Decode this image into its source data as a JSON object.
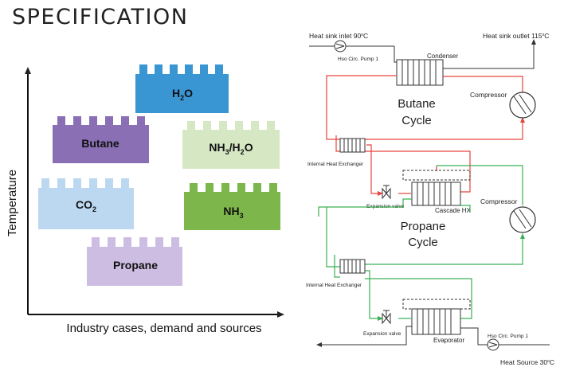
{
  "title": "SPECIFICATION",
  "left_chart": {
    "y_axis_label": "Temperature",
    "x_axis_label": "Industry cases, demand and sources",
    "blocks": [
      {
        "id": "h2o",
        "main": "H",
        "sub": "2",
        "tail": "O",
        "color": "#3a95d3"
      },
      {
        "id": "butane",
        "main": "Butane",
        "color": "#8a6fb4"
      },
      {
        "id": "nh3h2o",
        "main": "NH",
        "sub": "3",
        "tail": "/H",
        "sub2": "2",
        "tail2": "O",
        "color": "#d6e7c4"
      },
      {
        "id": "co2",
        "main": "CO",
        "sub": "2",
        "color": "#bcd8f0"
      },
      {
        "id": "nh3",
        "main": "NH",
        "sub": "3",
        "color": "#7db64b"
      },
      {
        "id": "propane",
        "main": "Propane",
        "color": "#cebde2"
      }
    ]
  },
  "schematic": {
    "heat_sink_inlet": "Heat sink inlet 90",
    "heat_sink_outlet": "Heat sink outlet 115",
    "unit_c": "C",
    "degree": "o",
    "hso_pump_top": "Hso Circ. Pump 1",
    "condenser": "Condenser",
    "butane_cycle_line1": "Butane",
    "butane_cycle_line2": "Cycle",
    "compressor_top": "Compressor",
    "ihx_top": "Internal Heat Exchanger",
    "expansion_valve_top": "Expansion valve",
    "cascade_hx": "Cascade HX",
    "compressor_bottom": "Compressor",
    "propane_cycle_line1": "Propane",
    "propane_cycle_line2": "Cycle",
    "ihx_bottom": "Internal Heat Exchanger",
    "expansion_valve_bottom": "Expansion valve",
    "evaporator": "Evaporator",
    "hso_pump_bottom": "Hso Circ. Pump 1",
    "heat_source": "Heat Source 30",
    "colors": {
      "butane_loop": "#e8433c",
      "propane_loop": "#39b054",
      "water": "#333333"
    }
  }
}
